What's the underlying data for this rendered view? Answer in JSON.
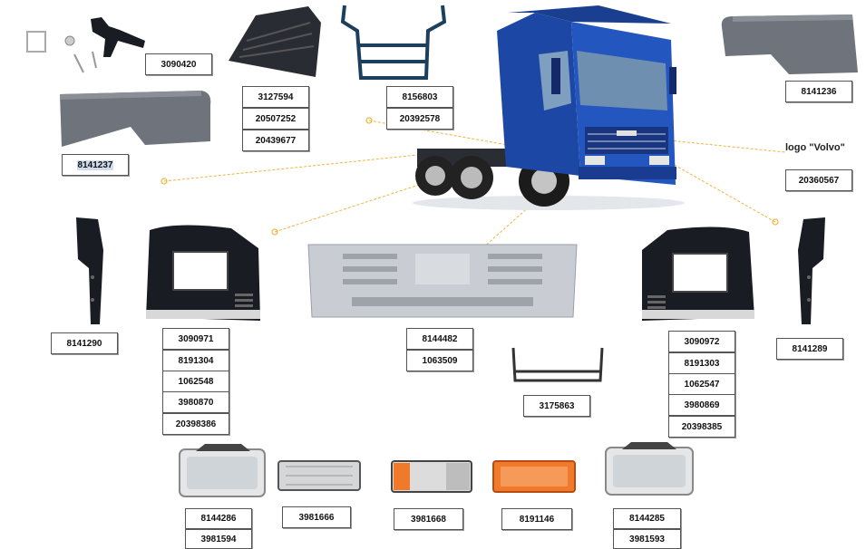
{
  "logo_label": "logo \"Volvo\"",
  "colors": {
    "truck_blue": "#1f4fb0",
    "part_dark": "#1a1c24",
    "part_gray": "#6f737c",
    "grille_gray": "#c9ccd2",
    "leader_line": "#f0b43c",
    "indicator_orange": "#f07a2a"
  },
  "parts": {
    "mirror_mount": [
      "3090420"
    ],
    "step_cover": [
      "3127594",
      "20507252",
      "20439677"
    ],
    "step_ladder": [
      "8156803",
      "20392578"
    ],
    "fender_right": [
      "8141236"
    ],
    "fender_left": [
      "8141237"
    ],
    "logo": [
      "20360567"
    ],
    "bracket_left": [
      "8141290"
    ],
    "headlamp_frame_left": [
      "3090971",
      "8191304",
      "1062548",
      "3980870",
      "20398386"
    ],
    "grille": [
      "8144482",
      "1063509"
    ],
    "grille_bracket": [
      "3175863"
    ],
    "headlamp_frame_right": [
      "3090972",
      "8191303",
      "1062547",
      "3980869",
      "20398385"
    ],
    "bracket_right": [
      "8141289"
    ],
    "headlamp_left": [
      "8144286",
      "3981594"
    ],
    "front_lamp_clear": [
      "3981666"
    ],
    "front_lamp_combo": [
      "3981668"
    ],
    "indicator_orange": [
      "8191146"
    ],
    "headlamp_right": [
      "8144285",
      "3981593"
    ]
  }
}
